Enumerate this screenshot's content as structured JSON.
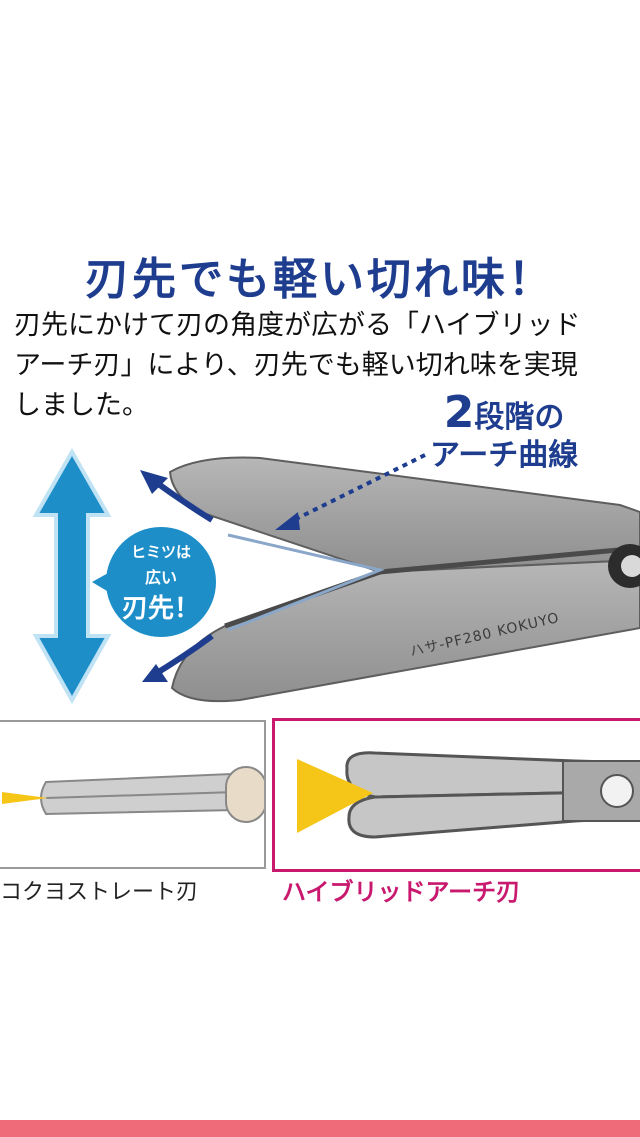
{
  "headline": "刃先でも軽い切れ味！",
  "description": [
    "刃先にかけて刃の角度が広がる「ハイブリッド",
    "アーチ刃」により、刃先でも軽い切れ味を実現",
    "しました。"
  ],
  "arch_label": {
    "number": "2",
    "line1": "段階の",
    "line2": "アーチ曲線"
  },
  "bubble": {
    "line1": "ヒミツは",
    "line2": "広い",
    "line3": "刃先！"
  },
  "blade_marking": "ハサ-PF280  KOKUYO",
  "comparison": {
    "left_caption": "コクヨストレート刃",
    "right_caption": "ハイブリッドアーチ刃"
  },
  "colors": {
    "headline": "#1f3d8f",
    "accent_blue": "#1e8ec9",
    "highlight_magenta": "#c8196e",
    "wedge_yellow": "#f5c518",
    "bottom_bar": "#ef6b7a"
  }
}
